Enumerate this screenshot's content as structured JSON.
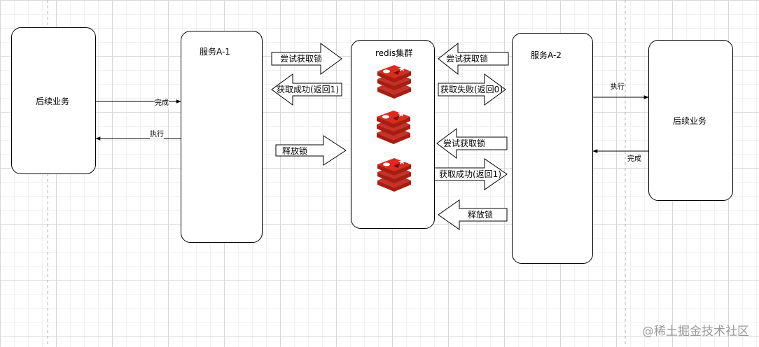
{
  "nodes": {
    "left_business": "后续业务",
    "service_a1": "服务A-1",
    "redis_cluster": "redis集群",
    "service_a2": "服务A-2",
    "right_business": "后续业务"
  },
  "edges": {
    "left_complete": "完成",
    "left_execute": "执行",
    "right_execute": "执行",
    "right_complete": "完成"
  },
  "left_arrows": {
    "try_lock": "尝试获取锁",
    "lock_success": "获取成功(返回1)",
    "release_lock": "释放锁"
  },
  "right_arrows": {
    "try_lock_1": "尝试获取锁",
    "lock_fail": "获取失败(返回0)",
    "try_lock_2": "尝试获取锁",
    "lock_success": "获取成功(返回1)",
    "release_lock": "释放锁"
  },
  "icons": [
    "redis-icon",
    "redis-icon",
    "redis-icon"
  ],
  "colors": {
    "redis_red": "#c6302b",
    "redis_dark": "#a41e11",
    "line": "#000000"
  },
  "watermark": "@稀土掘金技术社区"
}
